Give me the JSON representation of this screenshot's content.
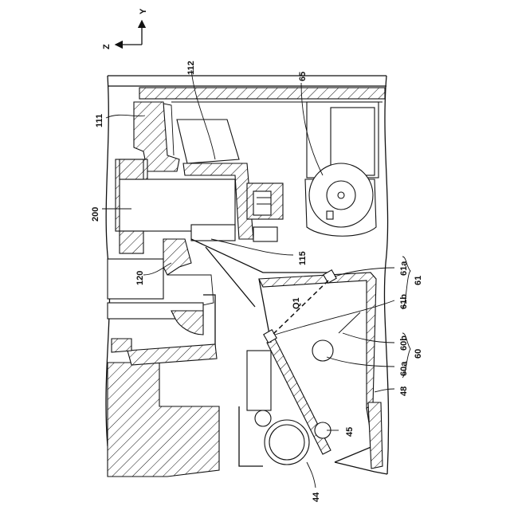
{
  "axes": {
    "y": "Y",
    "z": "Z"
  },
  "labels": {
    "l111": "111",
    "l112": "112",
    "l65": "65",
    "l200": "200",
    "l115": "115",
    "l120": "120",
    "l61a": "61a",
    "l61": "61",
    "lQ1": "Q1",
    "l61b": "61b",
    "l60b": "60b",
    "l60": "60",
    "l60a": "60a",
    "l48": "48",
    "l45": "45",
    "l44": "44"
  }
}
